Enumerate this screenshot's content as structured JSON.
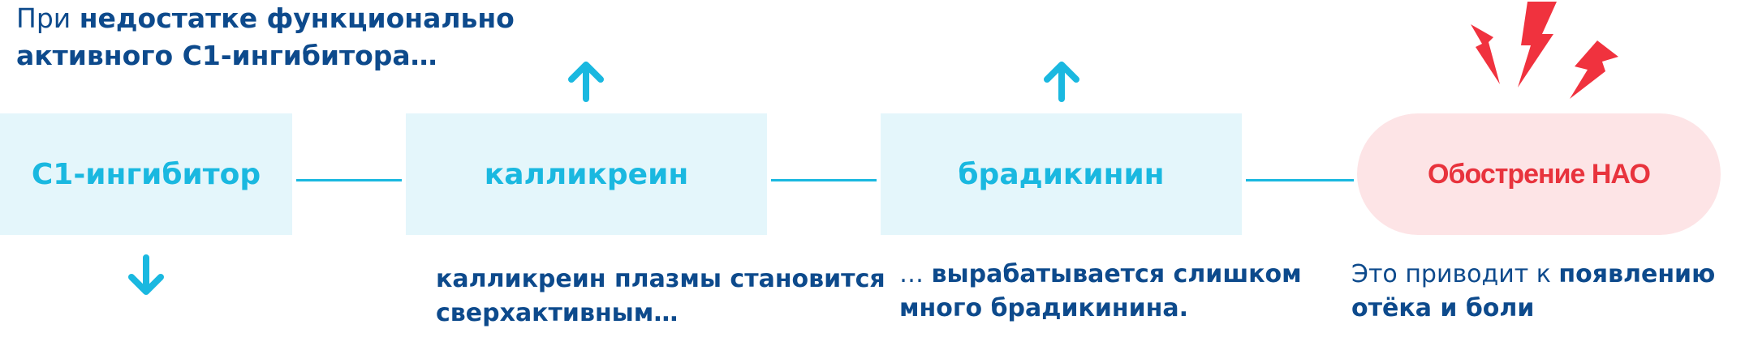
{
  "intro": {
    "prefix": "При ",
    "bold_line1": "недостатке функционально",
    "bold_line2": "активного С1-ингибитора…"
  },
  "nodes": [
    {
      "label": "С1-ингибитор"
    },
    {
      "label": "калликреин"
    },
    {
      "label": "брадикинин"
    },
    {
      "label": "Обострение НАО"
    }
  ],
  "descriptions": {
    "kallikrein": "калликреин плазмы становится сверхактивным…",
    "bradykinin_prefix": "… ",
    "bradykinin_bold": "вырабатывается слишком много брадикинина.",
    "outcome_prefix": "Это приводит к ",
    "outcome_bold": "появлению отёка и боли"
  },
  "icons": {
    "down": "arrow-down-icon",
    "up1": "arrow-up-icon",
    "up2": "arrow-up-icon",
    "pain": "lightning-bolts-icon"
  },
  "colors": {
    "accent": "#1ab8e0",
    "box_bg": "#e4f6fb",
    "dark_text": "#0d4a8c",
    "alert": "#e8333d",
    "pill_bg": "#fde4e6"
  }
}
